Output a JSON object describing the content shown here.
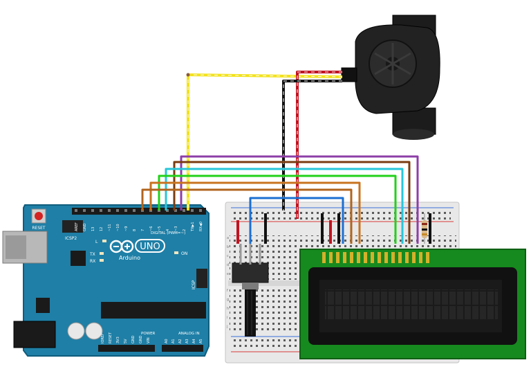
{
  "arduino": {
    "reset_label": "RESET",
    "icsp2_label": "ICSP2",
    "icsp_label": "ICSP",
    "brand_label": "Arduino",
    "model_label": "UNO",
    "on_label": "ON",
    "l_label": "L",
    "tx_label": "TX",
    "rx_label": "RX",
    "digital_label": "DIGITAL (PWM=~)",
    "power_label": "POWER",
    "analog_label": "ANALOG IN",
    "digital_pins": [
      "AREF",
      "GND",
      "13",
      "12",
      "~11",
      "~10",
      "~9",
      "8",
      "7",
      "~6",
      "~5",
      "4",
      "~3",
      "2",
      "TX▶1",
      "RX◀0"
    ],
    "power_pins": [
      "IOREF",
      "RESET",
      "3V3",
      "5V",
      "GND",
      "GND",
      "VIN"
    ],
    "analog_pins": [
      "A0",
      "A1",
      "A2",
      "A3",
      "A4",
      "A5"
    ]
  },
  "breadboard": {
    "row_letters": [
      "a",
      "b",
      "c",
      "d",
      "e",
      "f",
      "g",
      "h",
      "i",
      "j"
    ]
  },
  "colors": {
    "board_blue": "#1f7fa6",
    "board_dark": "#0f5d7d",
    "lcd_green": "#168a1e",
    "lcd_screen": "#1a1a1a",
    "wire_yellow": "#f2e21b",
    "wire_red": "#c1121f",
    "wire_black": "#111111",
    "wire_purple": "#8e3ea8",
    "wire_brown": "#7a3b10",
    "wire_cyan": "#27c6d9",
    "wire_green": "#22d11a",
    "wire_orange": "#c9731f",
    "wire_blue": "#1b6fd1"
  }
}
